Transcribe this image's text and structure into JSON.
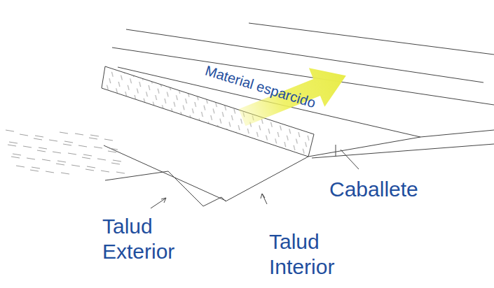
{
  "diagram": {
    "labels": [
      "Material esparcido",
      "Caballete",
      "Talud Exterior",
      "Talud Interior"
    ]
  }
}
